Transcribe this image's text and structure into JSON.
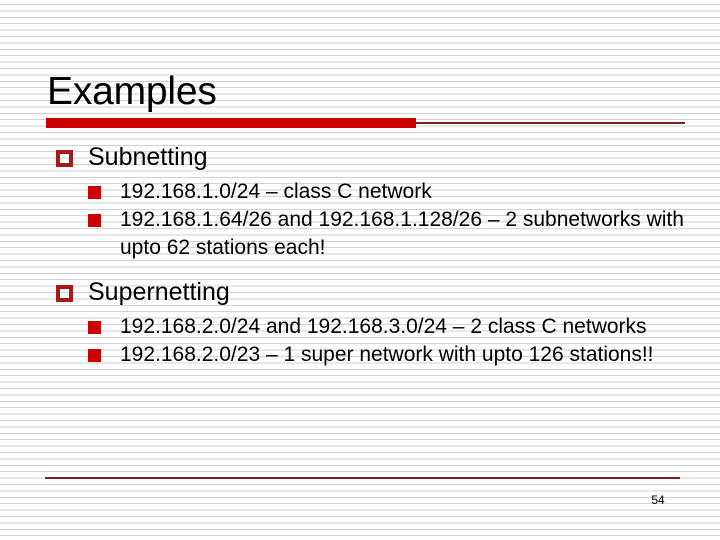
{
  "slide": {
    "title": "Examples",
    "page_number": "54",
    "accent_color_thick": "#cc0000",
    "accent_color_thin": "#7d2020",
    "bullet_hollow_color": "#a81a1a",
    "bullet_solid_color": "#cc0000",
    "text_color": "#000000",
    "background_color": "#ffffff",
    "stripe_color": "#d2d2d2"
  },
  "content": {
    "sections": [
      {
        "heading": "Subnetting",
        "bullet_icon": "hollow-square-bullet",
        "items": [
          {
            "text": "192.168.1.0/24 – class C network",
            "bullet_icon": "solid-square-bullet"
          },
          {
            "text": "192.168.1.64/26 and 192.168.1.128/26 – 2 subnetworks with upto 62 stations each!",
            "bullet_icon": "solid-square-bullet"
          }
        ]
      },
      {
        "heading": "Supernetting",
        "bullet_icon": "hollow-square-bullet",
        "items": [
          {
            "text": "192.168.2.0/24 and 192.168.3.0/24 – 2 class C networks",
            "bullet_icon": "solid-square-bullet"
          },
          {
            "text": "192.168.2.0/23 – 1 super network with upto 126 stations!!",
            "bullet_icon": "solid-square-bullet"
          }
        ]
      }
    ]
  }
}
